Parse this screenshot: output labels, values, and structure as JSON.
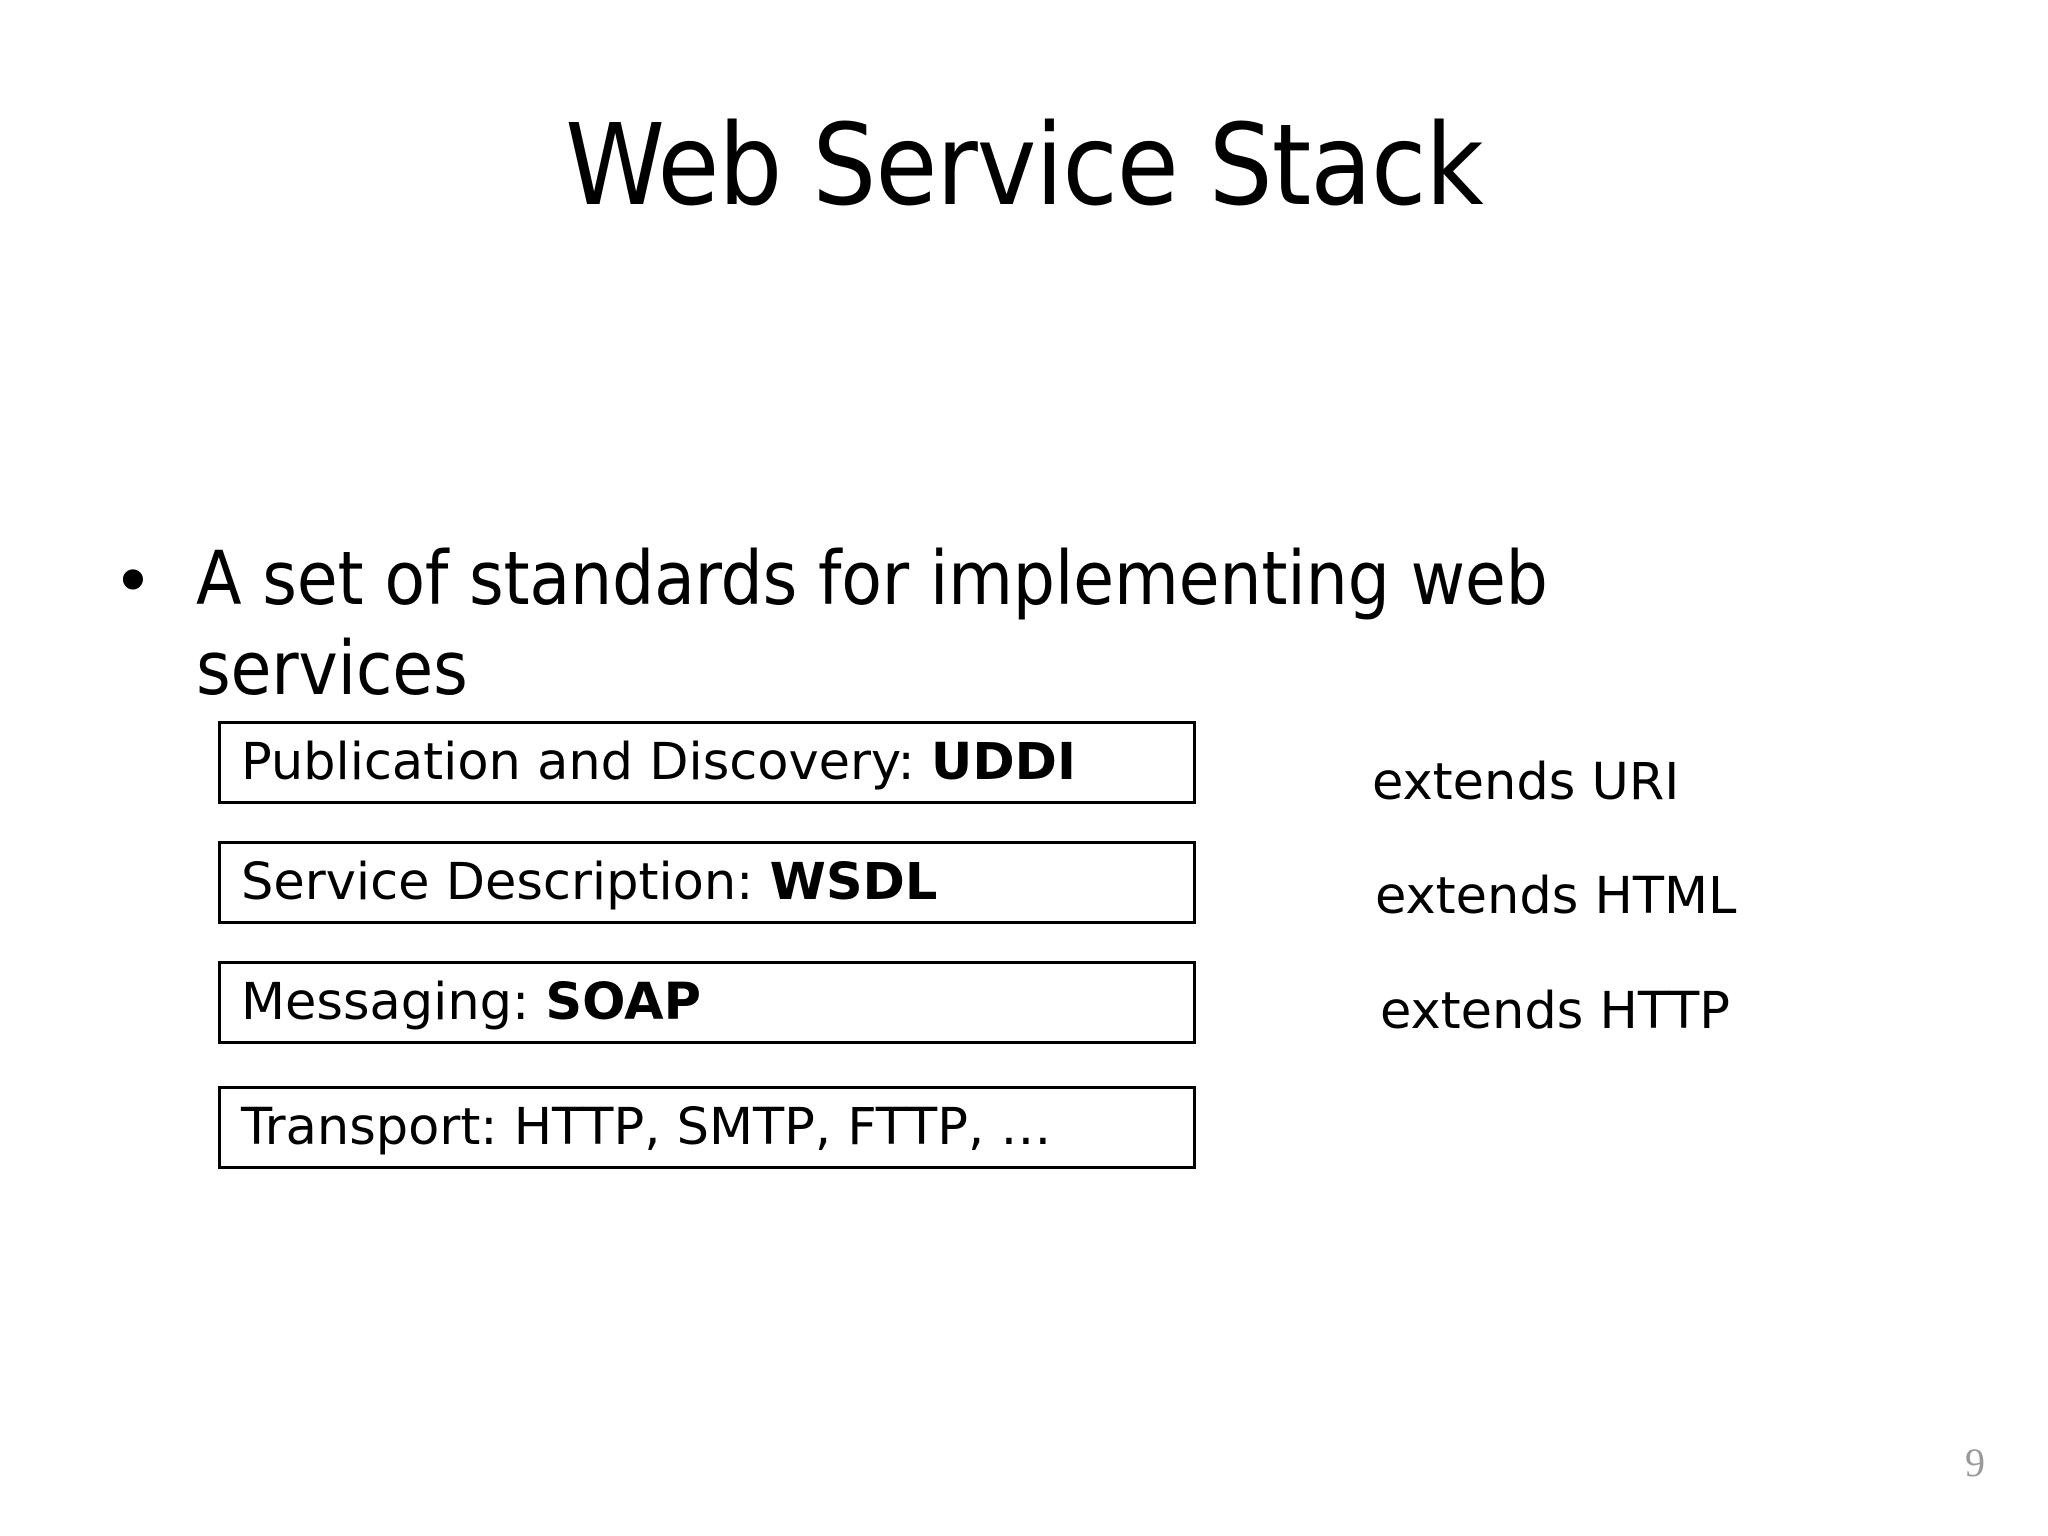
{
  "slide": {
    "title": "Web Service Stack",
    "page_number": "9",
    "background_color": "#FFFFFF",
    "text_color": "#000000",
    "page_number_color": "#9A9A9A"
  },
  "bullets": [
    {
      "marker": "•",
      "text": "A set of standards for implementing web services"
    }
  ],
  "stack": {
    "layers": [
      {
        "label_prefix": "Publication and Discovery: ",
        "label_emphasis": "UDDI",
        "full_label": "Publication and Discovery: UDDI"
      },
      {
        "label_prefix": "Service Description: ",
        "label_emphasis": "WSDL",
        "full_label": "Service Description: WSDL"
      },
      {
        "label_prefix": "Messaging: ",
        "label_emphasis": "SOAP",
        "full_label": "Messaging: SOAP"
      },
      {
        "label_prefix": "Transport: HTTP, SMTP, FTTP, …",
        "label_emphasis": "",
        "full_label": "Transport: HTTP, SMTP, FTTP, …"
      }
    ]
  },
  "annotations": [
    {
      "text": "extends URI"
    },
    {
      "text": "extends HTML"
    },
    {
      "text": "extends HTTP"
    }
  ]
}
